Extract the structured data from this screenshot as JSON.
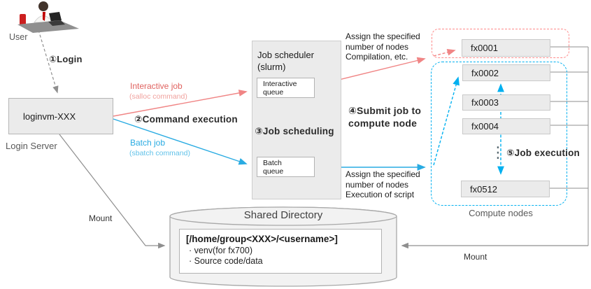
{
  "colors": {
    "red": "#e06360",
    "red_light": "#f0a29e",
    "blue": "#29abe2",
    "blue_light": "#62c2e9",
    "red_dash": "#ff8a8a",
    "blue_dash": "#00b0f0",
    "box_fill": "#ebebeb",
    "box_border": "#b5b5b5",
    "line_gray": "#8f8f8f"
  },
  "user": {
    "label": "User"
  },
  "login": {
    "step_label": "①Login",
    "server_box": "loginvm-XXX",
    "caption": "Login Server"
  },
  "flows": {
    "interactive_job": "Interactive job",
    "interactive_cmd": "(salloc command)",
    "command_execution": "②Command execution",
    "batch_job": "Batch job",
    "batch_cmd": "(sbatch command)",
    "mount_left": "Mount",
    "mount_right": "Mount"
  },
  "scheduler": {
    "title": "Job scheduler\n(slurm)",
    "interactive_queue": "Interactive\nqueue",
    "scheduling_label": "③Job scheduling",
    "batch_queue": "Batch\nqueue"
  },
  "assign": {
    "top": "Assign the specified\nnumber of nodes\nCompilation, etc.",
    "submit": "④Submit job to\ncompute node",
    "bottom": "Assign the specified\nnumber of nodes\nExecution of script"
  },
  "compute": {
    "nodes": [
      "fx0001",
      "fx0002",
      "fx0003",
      "fx0004",
      "fx0512"
    ],
    "ellipsis": "⋮",
    "job_execution": "⑤Job execution",
    "caption": "Compute nodes"
  },
  "storage": {
    "title": "Shared Directory",
    "path": "[/home/group<XXX>/<username>]",
    "items": [
      "· venv(for fx700)",
      "· Source code/data"
    ]
  }
}
